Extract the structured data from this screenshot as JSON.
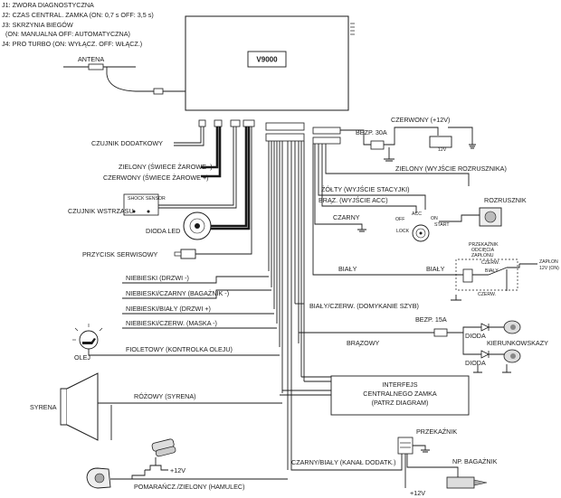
{
  "jumpers": [
    "J1: ZWORA DIAGNOSTYCZNA",
    "J2: CZAS CENTRAL. ZAMKA (ON: 0,7 s OFF: 3,5 s)",
    "J3: SKRZYNIA BIEGÓW",
    "(ON: MANUALNA OFF: AUTOMATYCZNA)",
    "J4: PRO TURBO (ON: WYŁĄCZ. OFF: WŁĄCZ.)"
  ],
  "unit": {
    "name": "V9000"
  },
  "antenna": "ANTENA",
  "left": {
    "extra_sensor": "CZUJNIK DODATKOWY",
    "green_bulbs": "ZIELONY (ŚWIECE ŻAROWE -)",
    "red_bulbs": "CZERWONY (ŚWIECE ŻAROWE +)",
    "shock_box": "SHOCK SENSOR",
    "shock_sensor": "CZUJNIK WSTRZĄSU",
    "led": "DIODA LED",
    "service_button": "PRZYCISK SERWISOWY"
  },
  "doors": {
    "blue": "NIEBIESKI (DRZWI -)",
    "blue_black": "NIEBIESKI/CZARNY (BAGAŻNIK -)",
    "blue_white": "NIEBIESKI/BIAŁY (DRZWI +)",
    "blue_red": "NIEBIESKI/CZERW. (MASKA -)"
  },
  "oil": {
    "label": "OLEJ",
    "wire": "FIOLETOWY (KONTROLKA OLEJU)"
  },
  "siren": {
    "label": "SYRENA",
    "wire": "RÓŻOWY (SYRENA)"
  },
  "brake": {
    "wire": "POMARAŃCZ./ZIELONY (HAMULEC)",
    "supply": "+12V"
  },
  "right": {
    "red_12v": "CZERWONY (+12V)",
    "fuse30": "BEZP. 30A",
    "battery": "12V",
    "starter_green": "ZIELONY (WYJŚCIE ROZRUSZNIKA)",
    "yellow_acc": "ŻÓŁTY (WYJŚCIE STACYJKI)",
    "brown_acc": "BRĄZ. (WYJŚCIE ACC)",
    "black": "CZARNY",
    "starter": "ROZRUSZNIK",
    "ign_off": "OFF",
    "ign_acc": "ACC",
    "ign_on": "ON",
    "ign_lock": "LOCK",
    "ign_start": "START",
    "relay_title": [
      "PRZEKAŹNIK",
      "ODCIĘCIA",
      "ZAPŁONU"
    ],
    "white_left": "BIAŁY",
    "white_right": "BIAŁY",
    "relay_red": "CZERW.",
    "relay_white": "BIAŁY",
    "ignition_12v": [
      "ZAPŁON",
      "12V (ON)"
    ],
    "white_red": "BIAŁY/CZERW. (DOMYKANIE SZYB)",
    "fuse15": "BEZP. 15A",
    "brown": "BRĄZOWY",
    "diode1": "DIODA",
    "diode2": "DIODA",
    "indicators": "KIERUNKOWSKAZY",
    "lock_box": [
      "INTERFEJS",
      "CENTRALNEGO ZAMKA",
      "(PATRZ DIAGRAM)"
    ],
    "relay2": "PRZEKAŹNIK",
    "black_white": "CZARNY/BIAŁY (KANAŁ DODATK.)",
    "trunk": "NP. BAGAŻNIK",
    "supply_bottom": "+12V"
  }
}
